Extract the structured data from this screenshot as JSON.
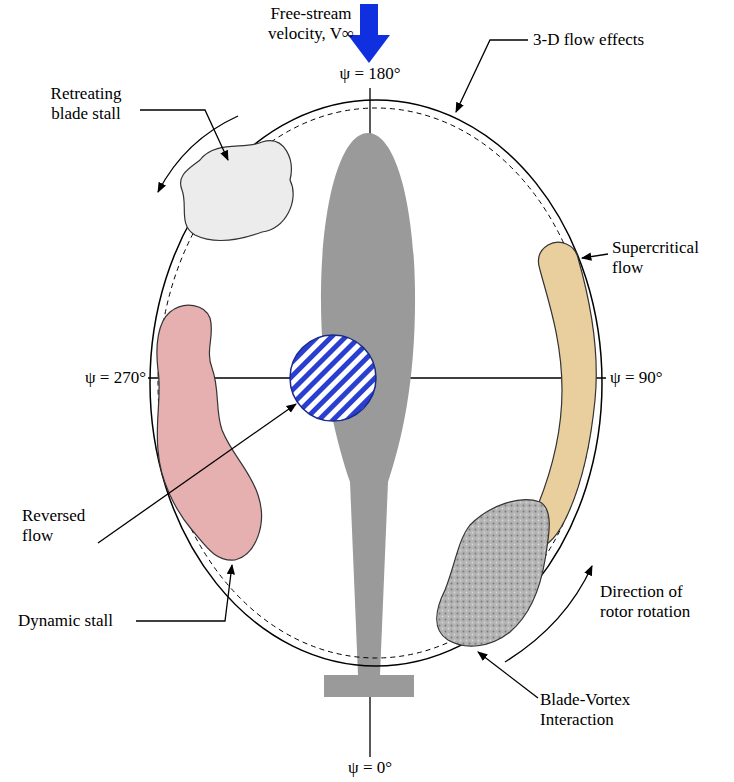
{
  "diagram": {
    "labels": [
      "Free-stream velocity, V∞",
      "ψ = 180°",
      "Retreating blade stall",
      "3-D flow effects",
      "Supercritical flow",
      "ψ = 270°",
      "ψ = 90°",
      "Reversed flow",
      "Direction of rotor rotation",
      "Dynamic stall",
      "Blade-Vortex Interaction",
      "ψ = 0°"
    ]
  }
}
